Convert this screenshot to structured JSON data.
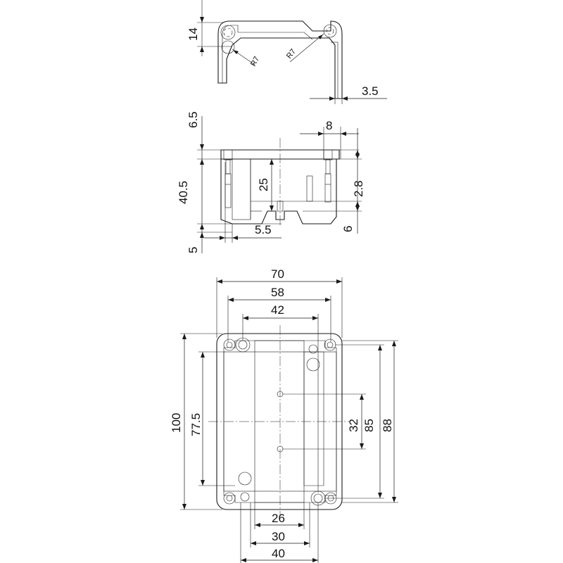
{
  "top_view": {
    "dim_14": "14",
    "radius_left": "R7",
    "radius_right": "R7",
    "dim_3_5": "3.5"
  },
  "side_view": {
    "dim_6_5": "6.5",
    "dim_8": "8",
    "dim_40_5": "40.5",
    "dim_25": "25",
    "dim_2_8": "2.8",
    "dim_5_5": "5.5",
    "dim_6": "6",
    "dim_5": "5"
  },
  "plan_view": {
    "dim_70": "70",
    "dim_58": "58",
    "dim_42": "42",
    "dim_100": "100",
    "dim_77_5": "77.5",
    "dim_32": "32",
    "dim_85": "85",
    "dim_88": "88",
    "dim_26": "26",
    "dim_30": "30",
    "dim_40": "40"
  }
}
